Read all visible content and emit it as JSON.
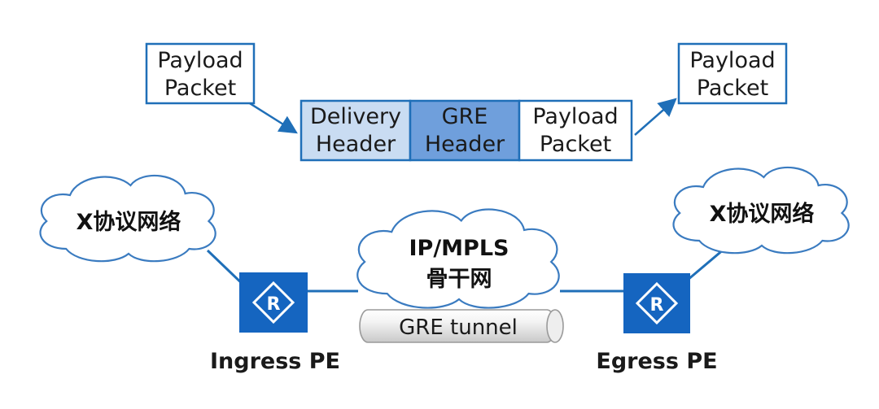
{
  "top_left_box": {
    "line1": "Payload",
    "line2": "Packet"
  },
  "top_right_box": {
    "line1": "Payload",
    "line2": "Packet"
  },
  "encapsulated": {
    "delivery": {
      "line1": "Delivery",
      "line2": "Header"
    },
    "gre": {
      "line1": "GRE",
      "line2": "Header"
    },
    "payload": {
      "line1": "Payload",
      "line2": "Packet"
    }
  },
  "left_cloud": {
    "label": "X协议网络"
  },
  "right_cloud": {
    "label": "X协议网络"
  },
  "center_cloud": {
    "line1": "IP/MPLS",
    "line2": "骨干网"
  },
  "tunnel": {
    "label": "GRE tunnel"
  },
  "ingress": {
    "label": "Ingress PE",
    "icon_glyph": "R"
  },
  "egress": {
    "label": "Egress PE",
    "icon_glyph": "R"
  },
  "colors": {
    "line": "#1f6fb8",
    "router_fill": "#1565c0",
    "delivery_fill": "#c9dcf2",
    "gre_fill": "#6f9fdc",
    "cloud_stroke": "#3a7bc0"
  }
}
